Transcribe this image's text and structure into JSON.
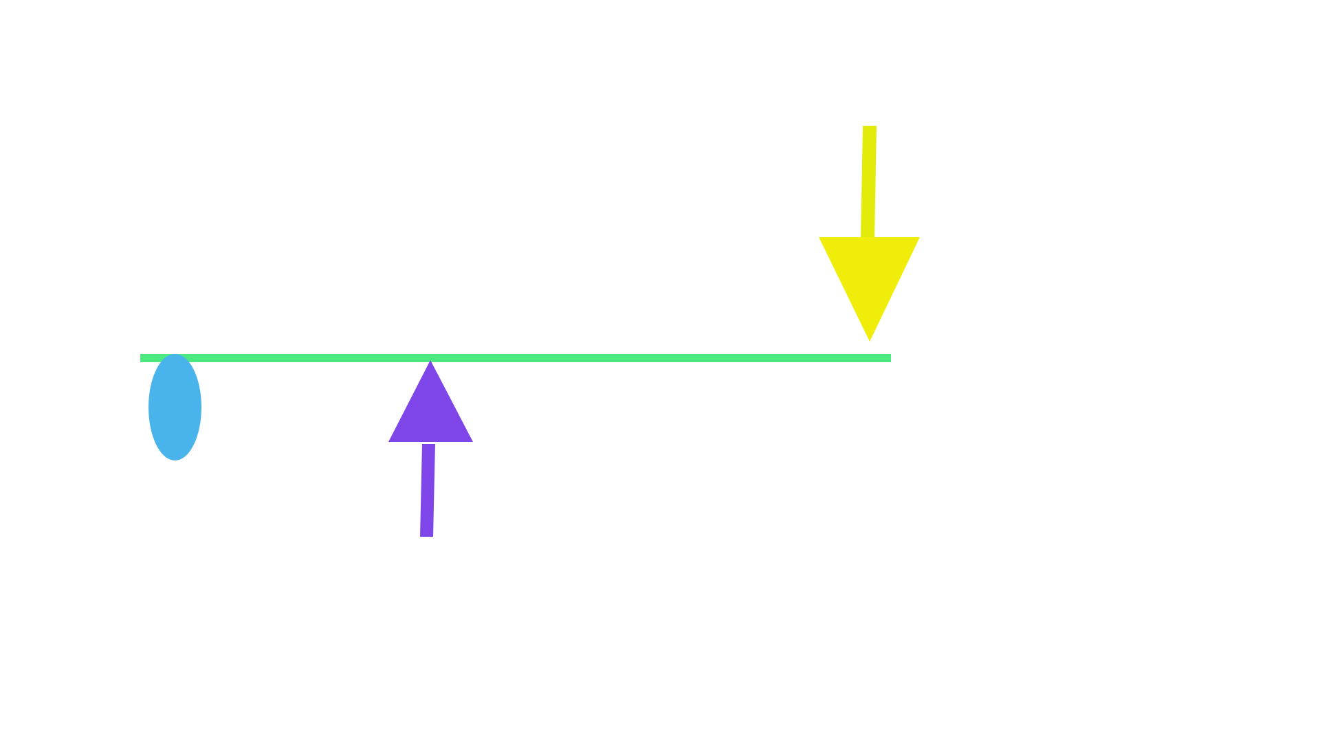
{
  "diagram": {
    "elements": [
      {
        "name": "lever-beam",
        "shape": "bar",
        "color": "#4de87f"
      },
      {
        "name": "oval-weight",
        "shape": "ellipse",
        "color": "#49b3eb"
      },
      {
        "name": "fulcrum-triangle",
        "shape": "triangle-up",
        "color": "#7e46e8"
      },
      {
        "name": "upward-arrow-shaft",
        "shape": "bar",
        "color": "#7e46e8"
      },
      {
        "name": "downward-force-arrow",
        "shape": "arrow-down",
        "color": "#f0ed0a",
        "shaft_color": "#e2eb0a"
      }
    ]
  }
}
